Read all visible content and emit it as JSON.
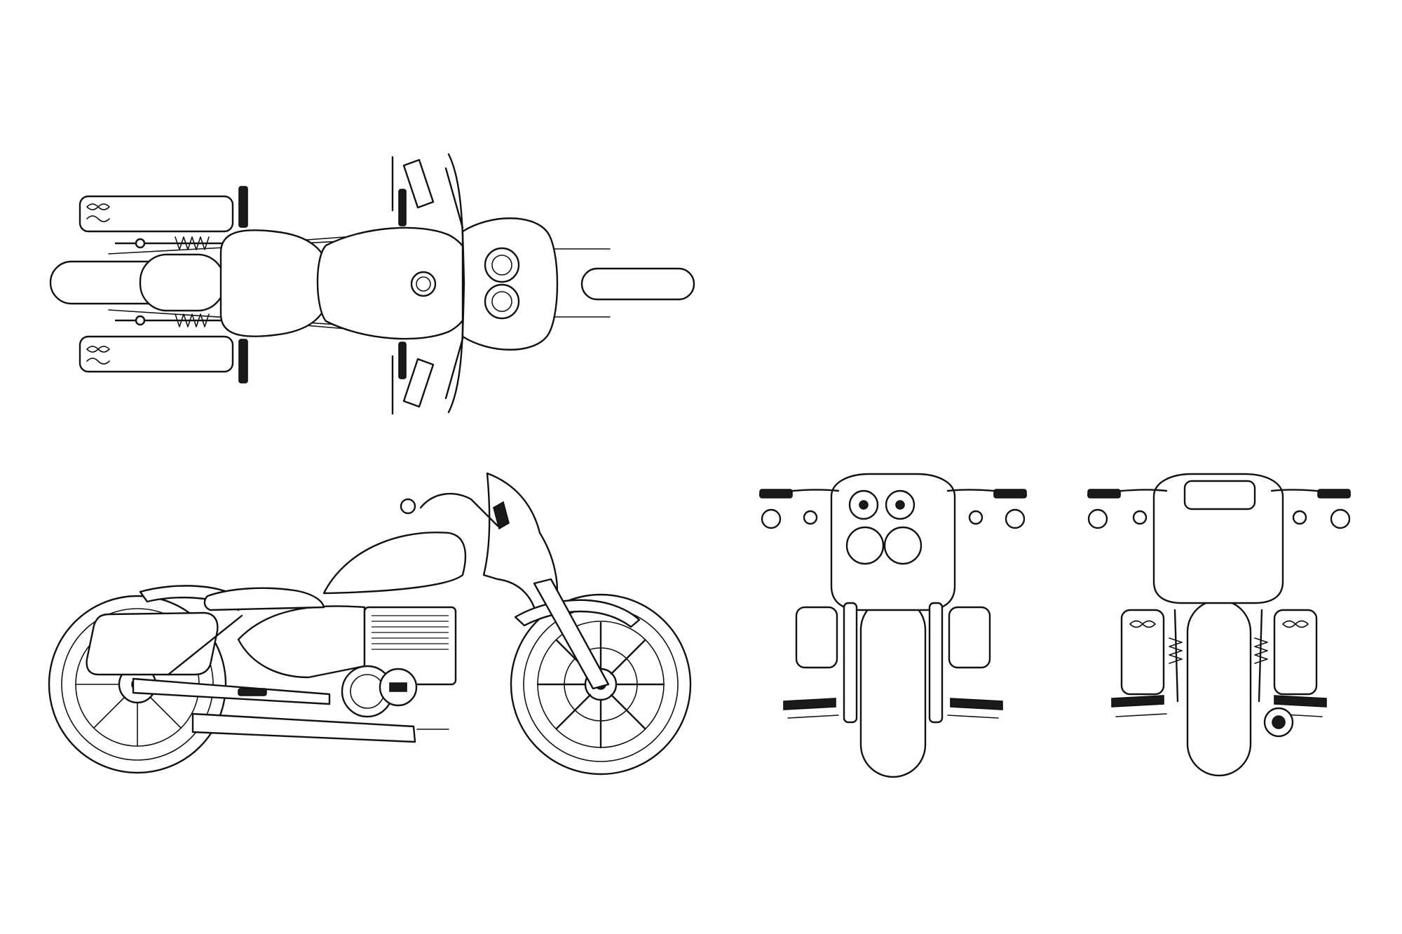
{
  "drawing": {
    "subject": "motorcycle",
    "views": [
      "top-view",
      "left-side-view",
      "front-view",
      "rear-view"
    ],
    "stroke_color": "#111111",
    "background_color": "#ffffff"
  }
}
